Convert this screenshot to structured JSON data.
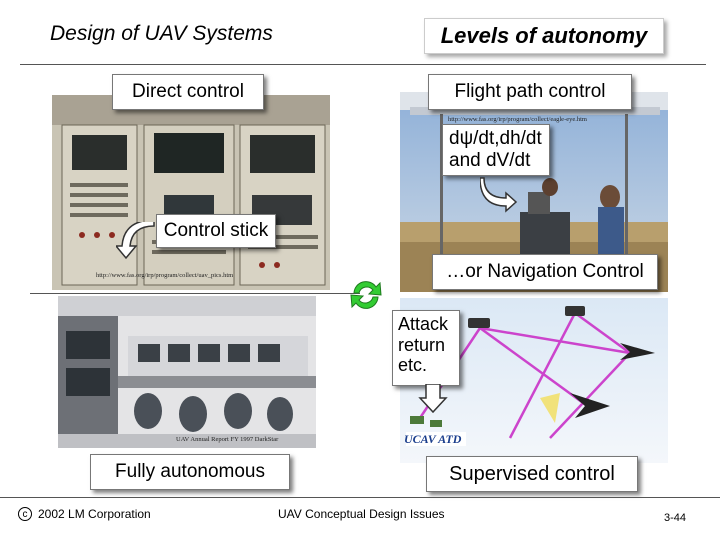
{
  "header": {
    "course_title": "Design of UAV Systems",
    "slide_title": "Levels of autonomy"
  },
  "callouts": {
    "direct_control": "Direct control",
    "flight_path_control": "Flight path control",
    "rates_line1": "dψ/dt,dh/dt",
    "rates_line2": "and dV/dt",
    "control_stick": "Control stick",
    "navigation_control": "…or Navigation Control",
    "attack_line1": "Attack",
    "attack_line2": "return",
    "attack_line3": "etc.",
    "fully_autonomous": "Fully autonomous",
    "supervised_control": "Supervised control"
  },
  "photo_credits": {
    "flight_path_url": "http://www.fas.org/irp/program/collect/eagle-eye.htm",
    "direct_control_url": "http://www.fas.org/irp/program/collect/uav_pics.htm",
    "autonomous_credit": "UAV Annual Report FY 1997 DarkStar",
    "ucav_logo": "UCAV ATD"
  },
  "footer": {
    "copyright_symbol": "c",
    "copyright": "2002 LM Corporation",
    "center": "UAV Conceptual Design Issues",
    "page": "3-44"
  },
  "colors": {
    "cycle_icon": "#33cc33",
    "laser_beam": "#cc44cc",
    "rule": "#555555"
  },
  "icons": {
    "cycle": "cycle-arrows-icon",
    "arrow": "curved-down-arrow-icon"
  }
}
